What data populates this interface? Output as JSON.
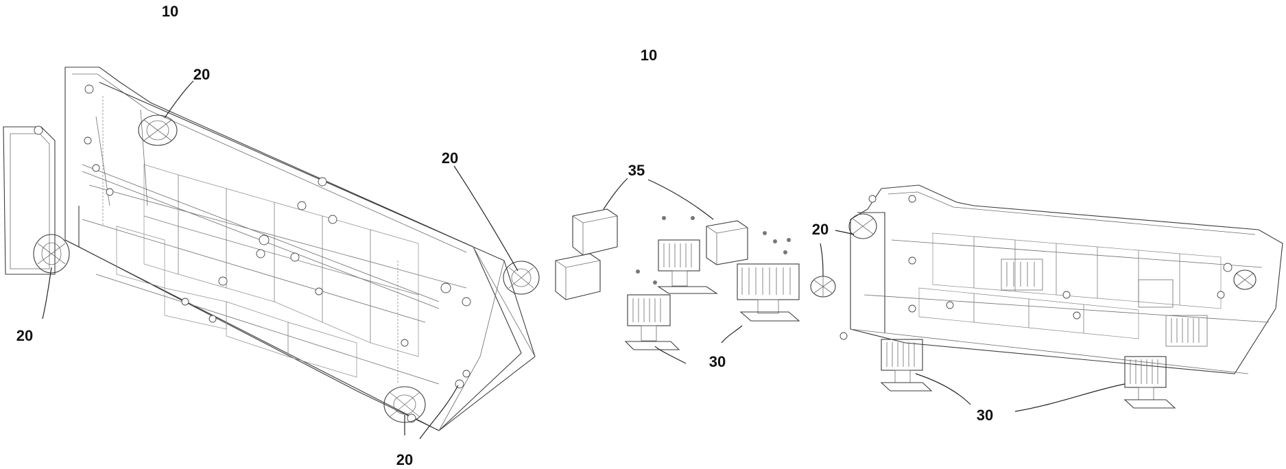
{
  "labels": {
    "top_left_10": "10",
    "top_center_10": "10",
    "label_20_a": "20",
    "label_20_b": "20",
    "label_20_c": "20",
    "label_20_d": "20",
    "label_20_e": "20",
    "label_35": "35",
    "label_30_a": "30",
    "label_30_b": "30"
  }
}
